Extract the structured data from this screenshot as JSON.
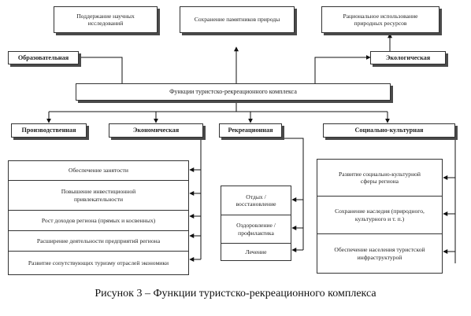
{
  "top_boxes": {
    "research": "Поддержание научных исследований",
    "nature": "Сохранение памятников природы",
    "resources": "Рациональное использование природных ресурсов"
  },
  "branches": {
    "educational": "Образовательная",
    "ecological": "Экологическая"
  },
  "central": "Функции туристско-рекреационного комплекса",
  "categories": {
    "production": "Производственная",
    "economic": "Экономическая",
    "recreational": "Рекреационная",
    "sociocultural": "Социально-культурная"
  },
  "economic_items": [
    "Обеспечение занятости",
    "Повышение инвестиционной привлекательности",
    "Рост доходов региона (прямых и косвенных)",
    "Расширение деятельности предприятий региона",
    "Развитие сопутствующих туризму отраслей экономики"
  ],
  "recreational_items": [
    "Отдых / восстановление",
    "Оздоровление / профилактика",
    "Лечение"
  ],
  "social_items": [
    "Развитие социально-культурной сферы региона",
    "Сохранение наследия (природного, культурного и т. п.)",
    "Обеспечение населения туристской инфраструктурой"
  ],
  "caption": "Рисунок 3 – Функции туристско-рекреационного комплекса"
}
